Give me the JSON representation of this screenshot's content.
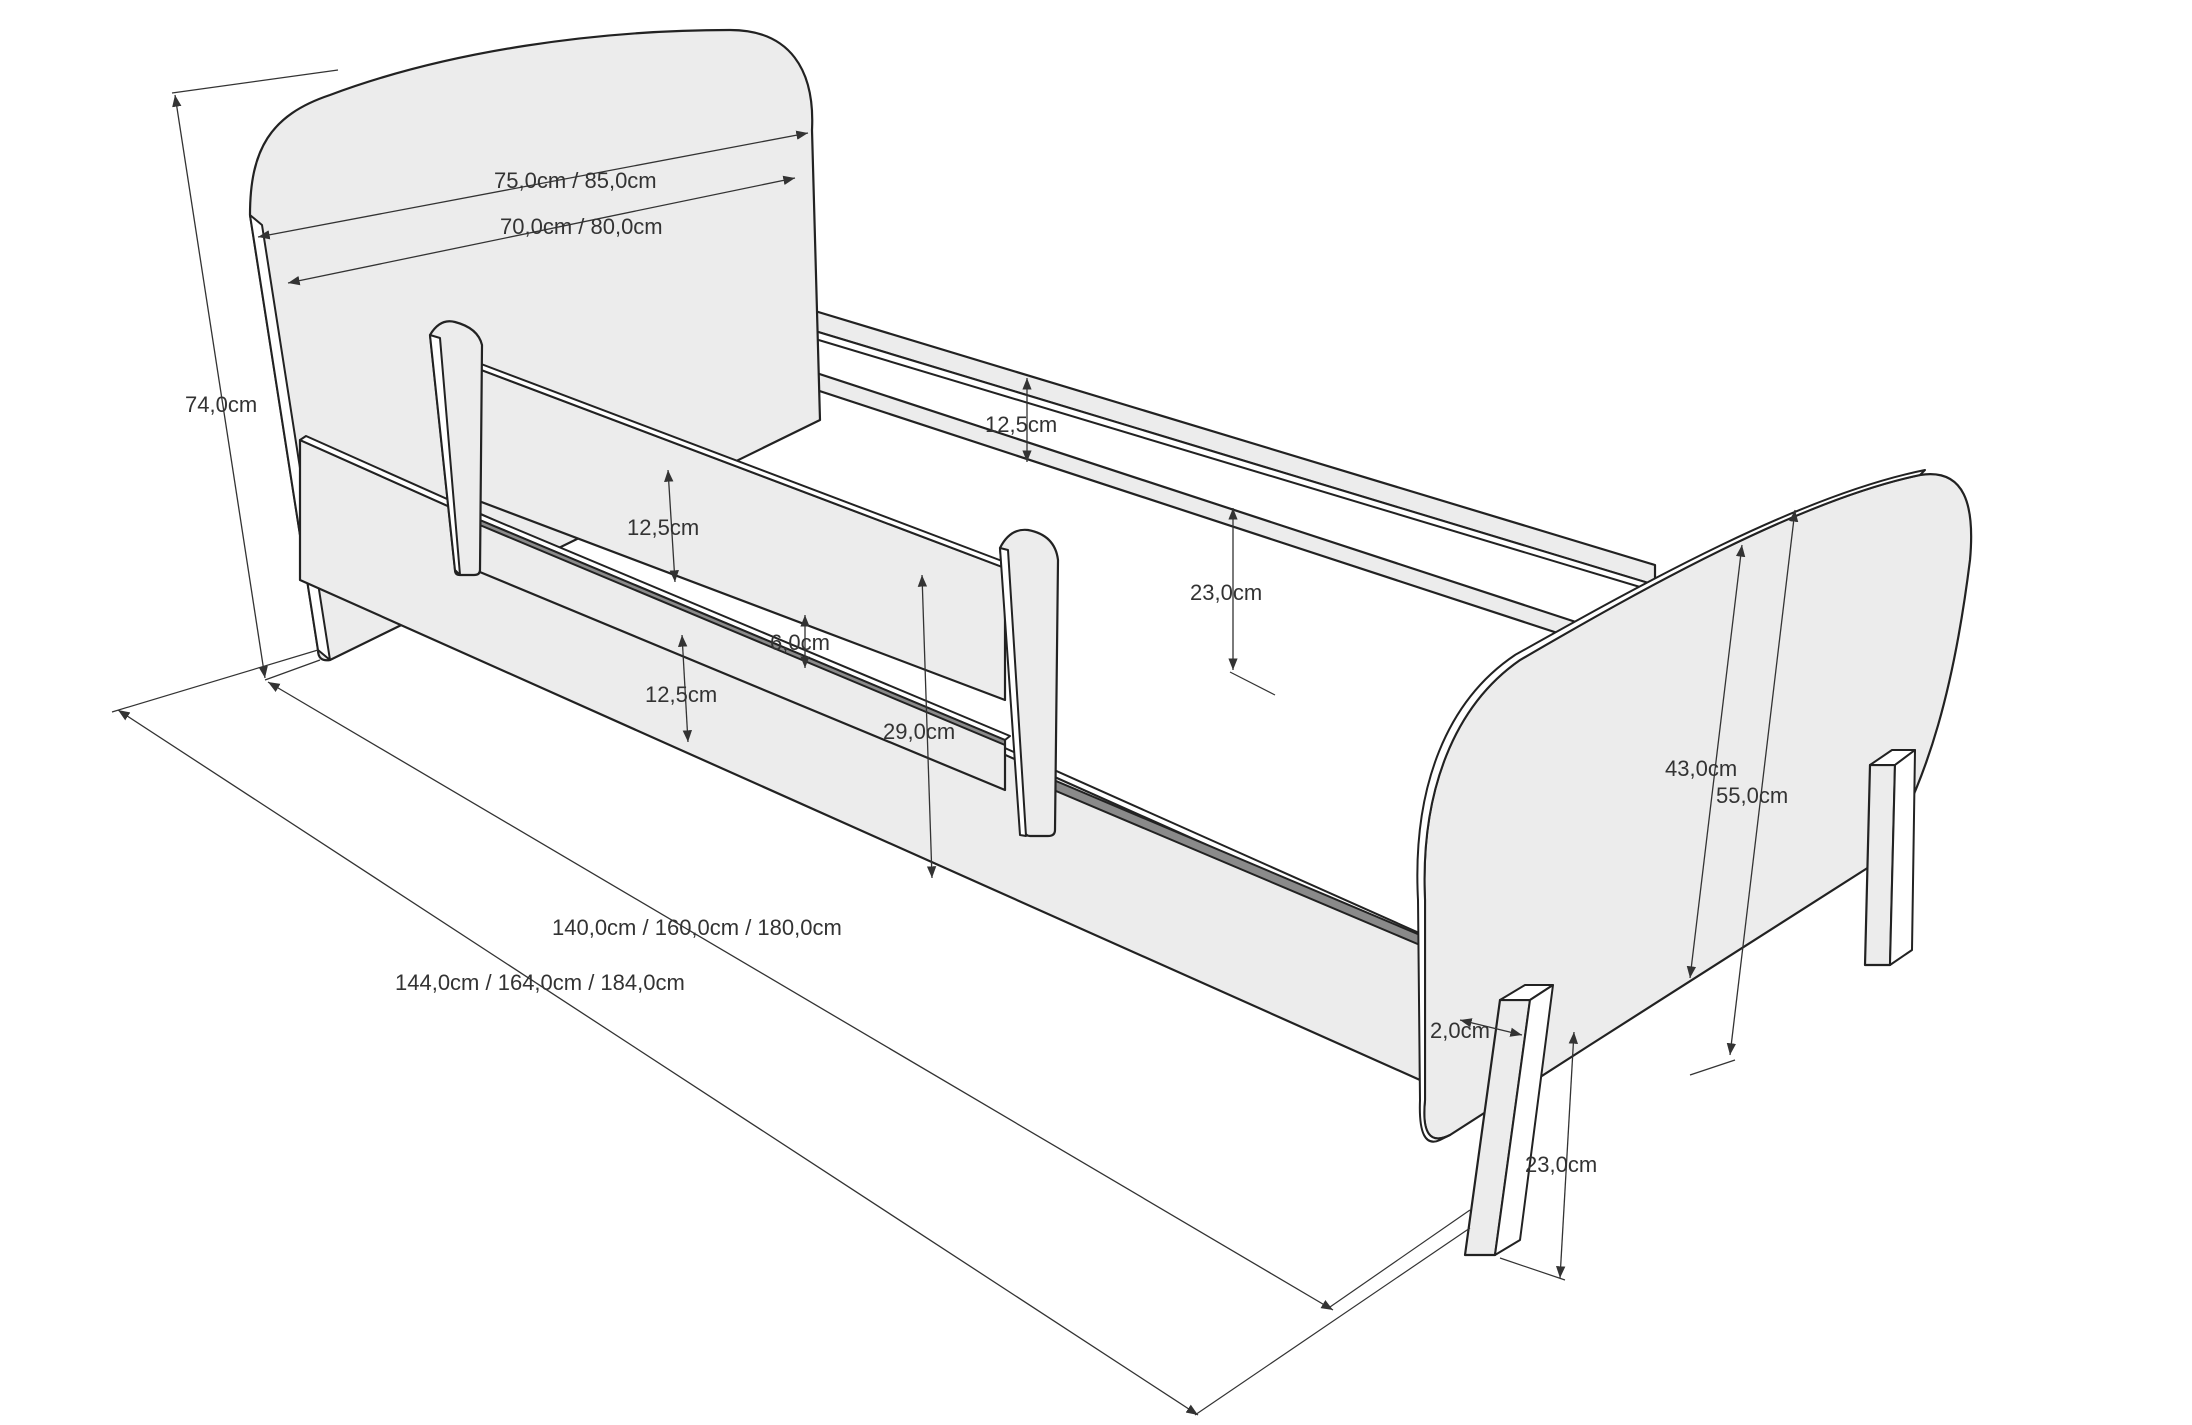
{
  "colors": {
    "background": "#ffffff",
    "panel_fill": "#ececec",
    "outline": "#222222",
    "dimension_line": "#333333",
    "label_text": "#333333"
  },
  "dimensions": {
    "headboard_outer_width": "75,0cm / 85,0cm",
    "headboard_inner_width": "70,0cm / 80,0cm",
    "headboard_height": "74,0cm",
    "back_rail_height": "12,5cm",
    "rail_drop": "23,0cm",
    "guard_upper_board": "12,5cm",
    "guard_gap": "6,0cm",
    "guard_lower_board": "12,5cm",
    "guard_height": "29,0cm",
    "footboard_inner_height": "43,0cm",
    "footboard_outer_height": "55,0cm",
    "leg_thickness": "2,0cm",
    "leg_height": "23,0cm",
    "inner_length": "140,0cm / 160,0cm / 180,0cm",
    "outer_length": "144,0cm / 164,0cm / 184,0cm"
  }
}
